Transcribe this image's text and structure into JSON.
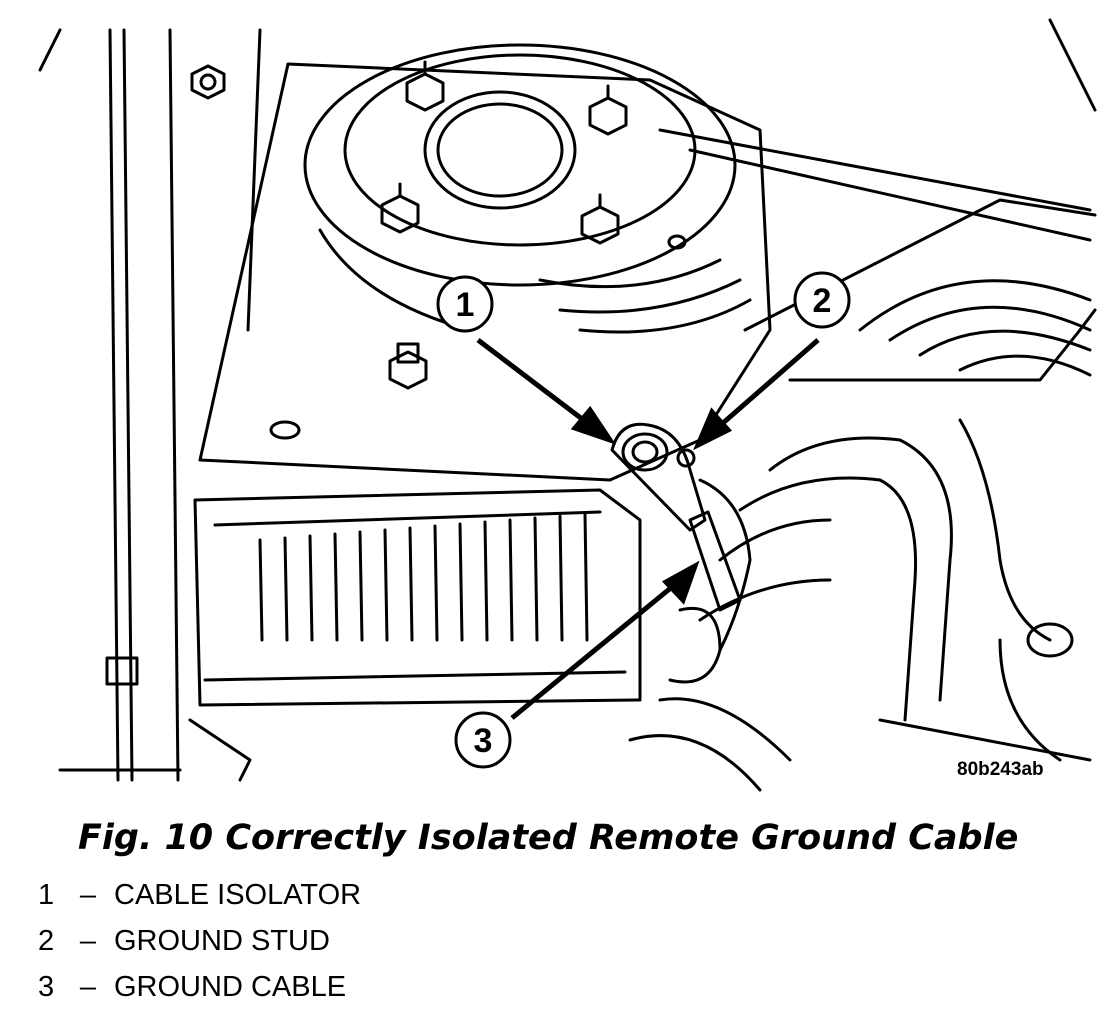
{
  "figure": {
    "code": "80b243ab",
    "caption": "Fig. 10 Correctly Isolated Remote Ground Cable"
  },
  "callouts": [
    {
      "number": "1",
      "label": "CABLE ISOLATOR"
    },
    {
      "number": "2",
      "label": "GROUND STUD"
    },
    {
      "number": "3",
      "label": "GROUND CABLE"
    }
  ],
  "legend_separator": "–"
}
